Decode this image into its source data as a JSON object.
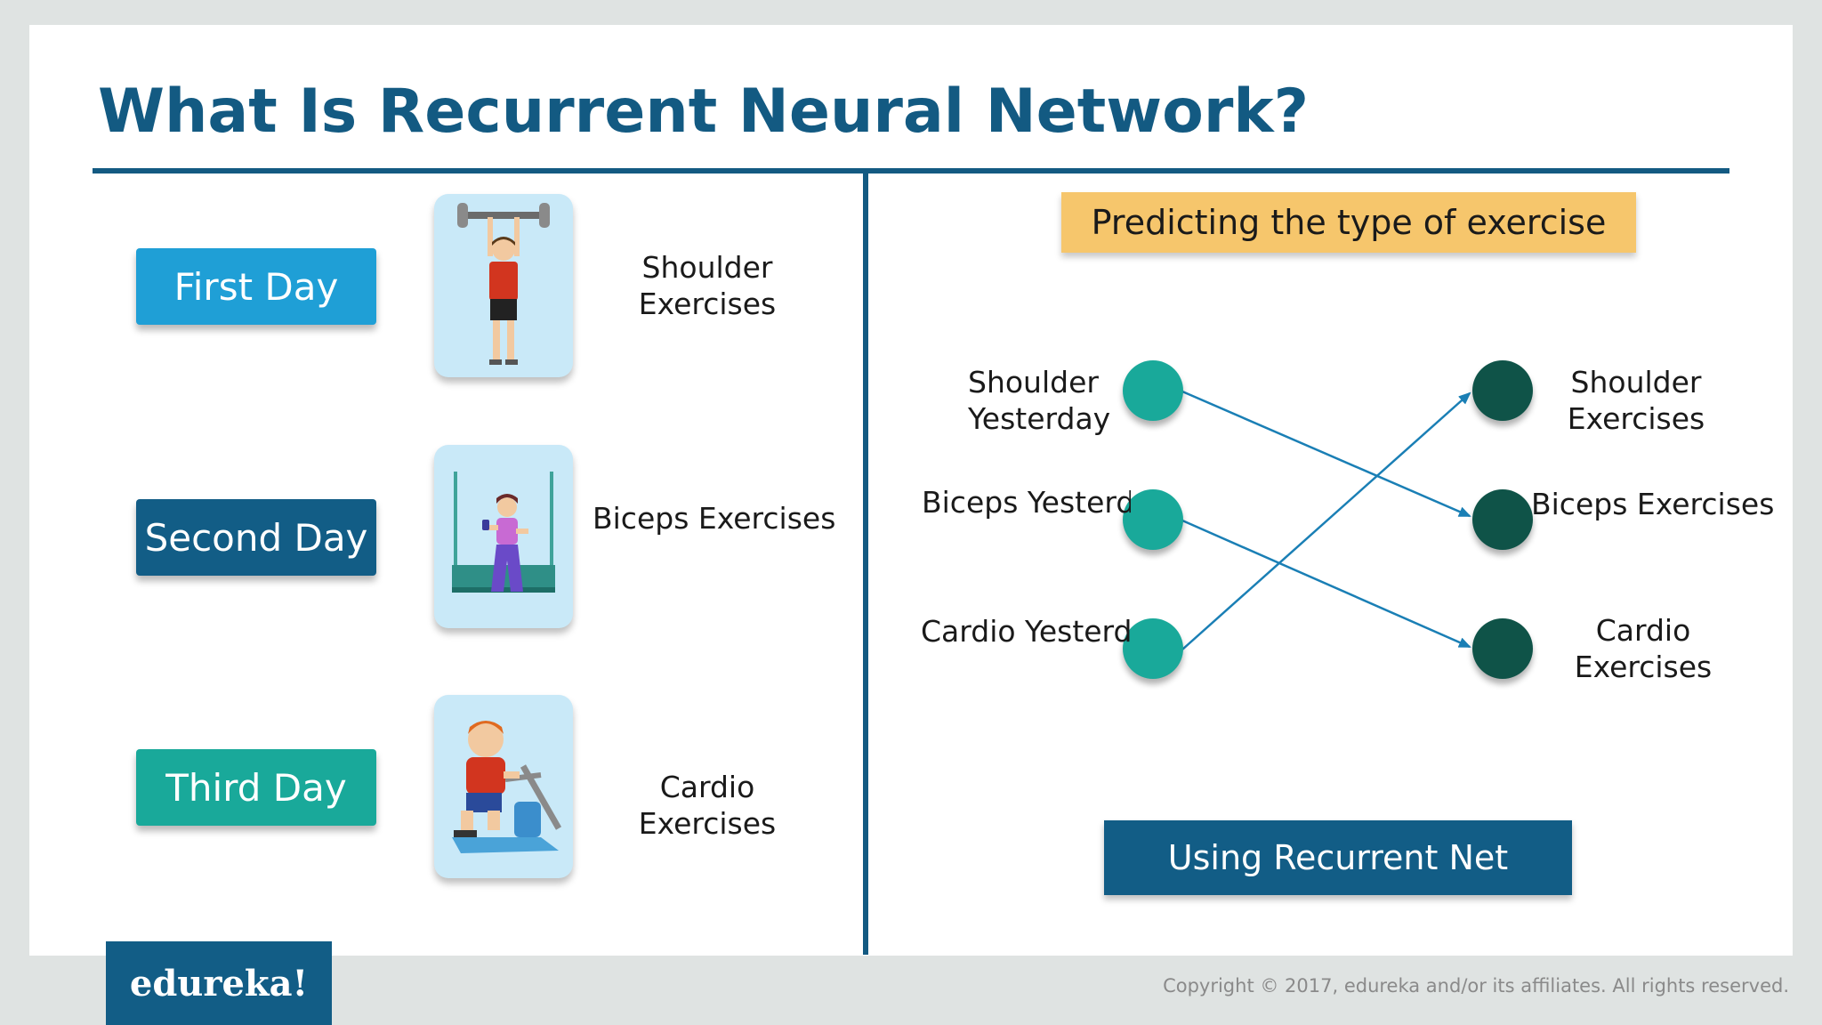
{
  "title": "What Is Recurrent Neural Network?",
  "days": [
    {
      "label": "First Day",
      "exercise": "Shoulder Exercises",
      "icon": "weightlifter-icon"
    },
    {
      "label": "Second Day",
      "exercise": "Biceps Exercises",
      "icon": "dumbbell-curl-icon"
    },
    {
      "label": "Third Day",
      "exercise": "Cardio Exercises",
      "icon": "elliptical-trainer-icon"
    }
  ],
  "banner": "Predicting the type of exercise",
  "network": {
    "inputs": [
      "Shoulder Yesterday",
      "Biceps Yesterday",
      "Cardio Yesterday"
    ],
    "outputs": [
      "Shoulder Exercises",
      "Biceps Exercises",
      "Cardio Exercises"
    ],
    "edges": [
      {
        "from": "Shoulder Yesterday",
        "to": "Biceps Exercises"
      },
      {
        "from": "Biceps Yesterday",
        "to": "Cardio Exercises"
      },
      {
        "from": "Cardio Yesterday",
        "to": "Shoulder Exercises"
      }
    ]
  },
  "method_label": "Using Recurrent Net",
  "logo": "edureka!",
  "copyright": "Copyright © 2017, edureka and/or its affiliates. All rights reserved.",
  "colors": {
    "primary": "#135a82",
    "first_day": "#1f9fd6",
    "second_day": "#125d86",
    "third_day": "#19a99a",
    "banner": "#f6c66c",
    "input_node": "#19a99a",
    "output_node": "#0f5348",
    "edge": "#1a7fb5"
  }
}
